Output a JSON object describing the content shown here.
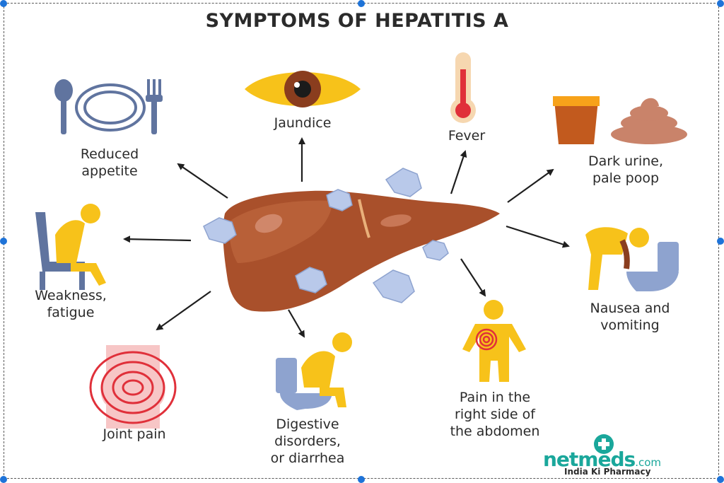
{
  "title": "SYMPTOMS OF HEPATITIS A",
  "symptoms": {
    "jaundice": "Jaundice",
    "fever": "Fever",
    "reduced_appetite": "Reduced\nappetite",
    "dark_urine": "Dark urine,\npale poop",
    "weakness": "Weakness,\nfatigue",
    "nausea": "Nausea and\nvomiting",
    "joint_pain": "Joint pain",
    "digestive": "Digestive\ndisorders,\nor diarrhea",
    "abdomen_pain": "Pain in the\nright side of\nthe abdomen"
  },
  "brand": {
    "name": "netmeds",
    "tld": ".com",
    "tagline": "India Ki Pharmacy"
  },
  "colors": {
    "liver": "#a9502b",
    "figure": "#f7c21a",
    "virus": "#b9c9ea",
    "pain": "#e0303a",
    "brand": "#1aa79b"
  }
}
